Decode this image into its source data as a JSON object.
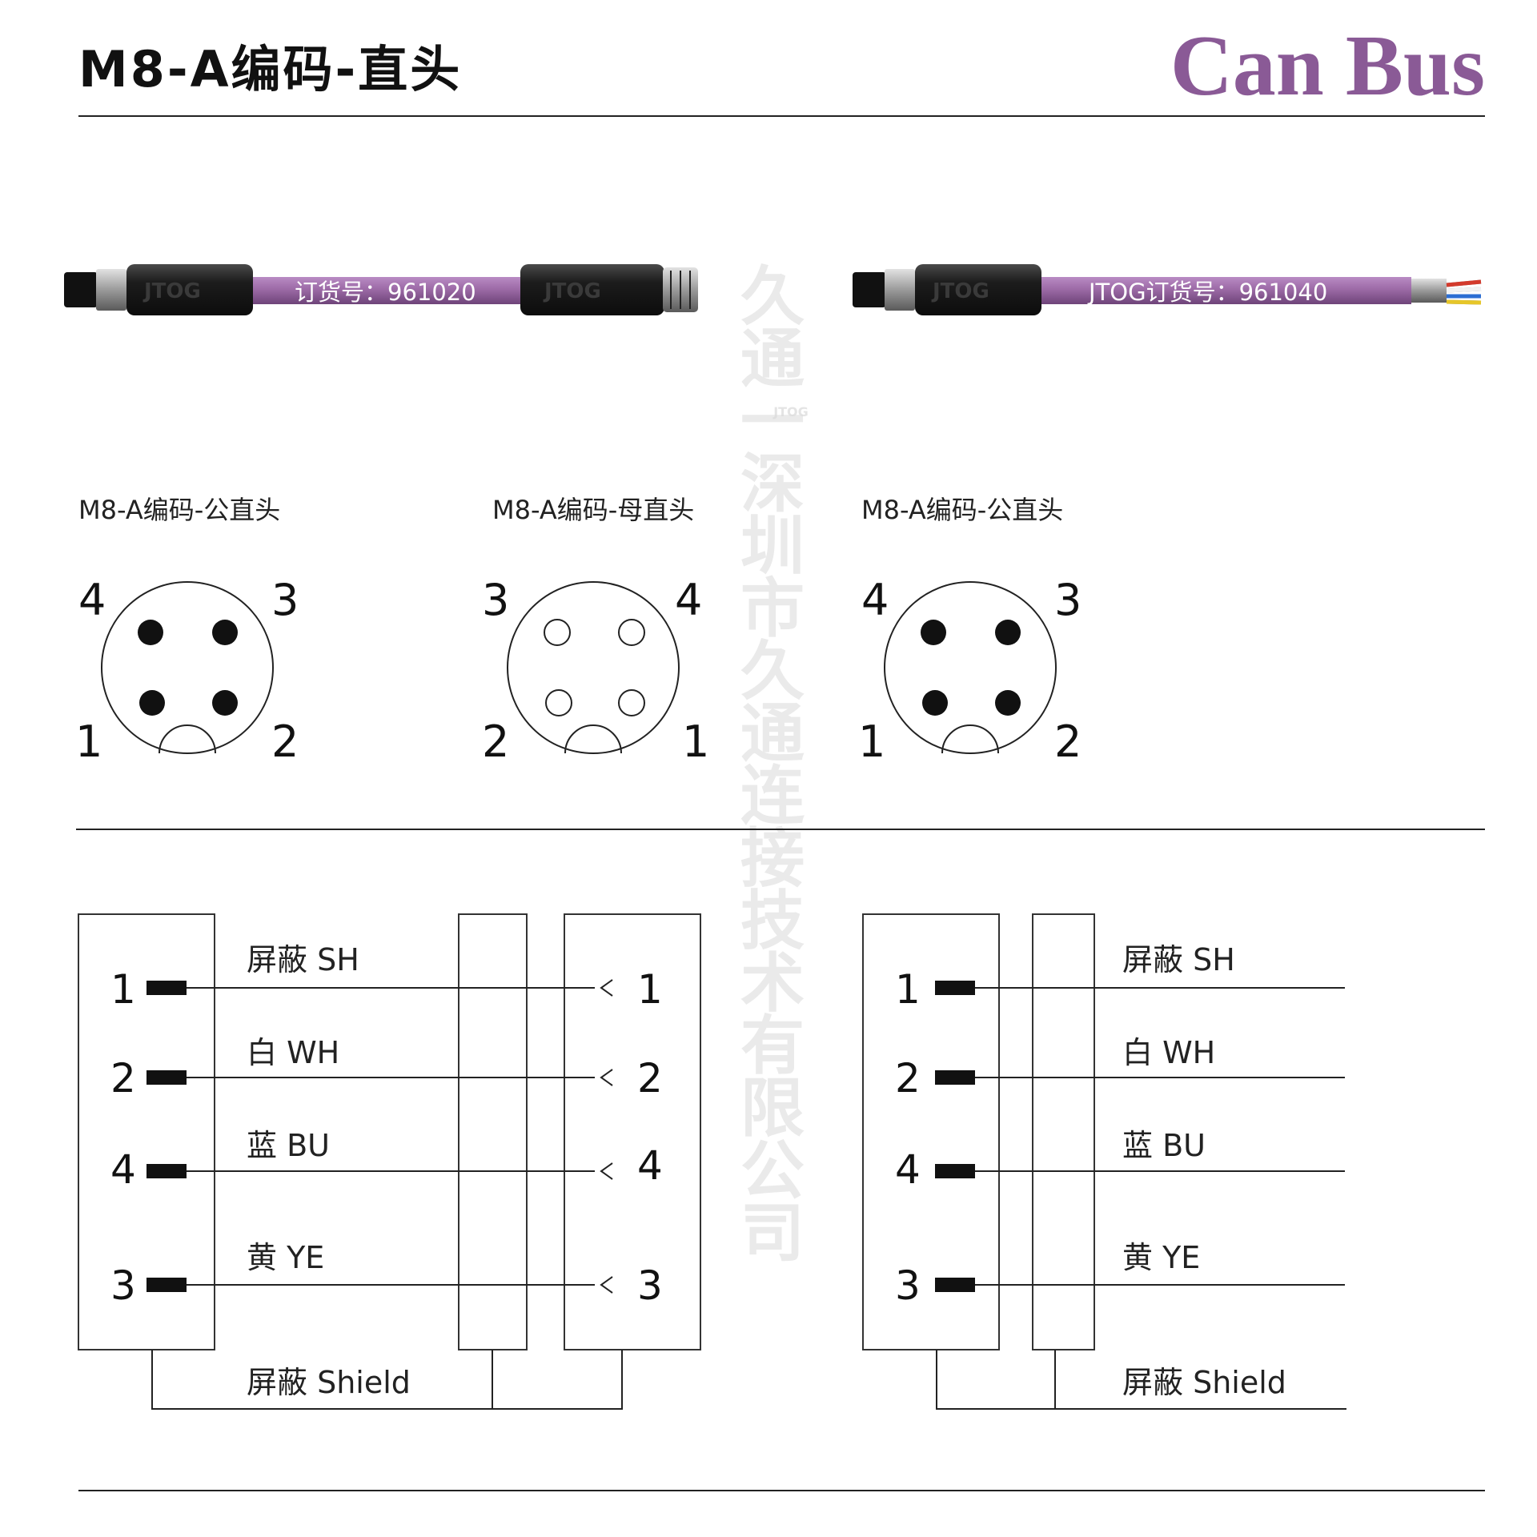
{
  "header": {
    "title": "M8-A编码-直头",
    "brand": "Can Bus"
  },
  "watermark": {
    "vertical": [
      "久",
      "通",
      "一",
      "深",
      "圳",
      "市",
      "久",
      "通",
      "连",
      "接",
      "技",
      "术",
      "有",
      "限",
      "公",
      "司"
    ],
    "small": "JTOG"
  },
  "cables": [
    {
      "order_label": "订货号：961020",
      "brand_mark": "JTOG"
    },
    {
      "order_label": "JTOG订货号：961040",
      "brand_mark": "JTOG"
    }
  ],
  "connectors": [
    {
      "title": "M8-A编码-公直头",
      "pin_style": "male",
      "labels": {
        "top_left": "4",
        "top_right": "3",
        "bottom_left": "1",
        "bottom_right": "2"
      }
    },
    {
      "title": "M8-A编码-母直头",
      "pin_style": "female",
      "labels": {
        "top_left": "3",
        "top_right": "4",
        "bottom_left": "2",
        "bottom_right": "1"
      }
    },
    {
      "title": "M8-A编码-公直头",
      "pin_style": "male",
      "labels": {
        "top_left": "4",
        "top_right": "3",
        "bottom_left": "1",
        "bottom_right": "2"
      }
    }
  ],
  "wiring": [
    {
      "pin": "1",
      "label": "屏蔽 SH"
    },
    {
      "pin": "2",
      "label": "白 WH"
    },
    {
      "pin": "4",
      "label": "蓝 BU"
    },
    {
      "pin": "3",
      "label": "黄 YE"
    }
  ],
  "shield_label": "屏蔽 Shield",
  "colors": {
    "brand": "#8a5a96",
    "cable": "#9c6aa6",
    "connector_body": "#1c1c1c"
  }
}
